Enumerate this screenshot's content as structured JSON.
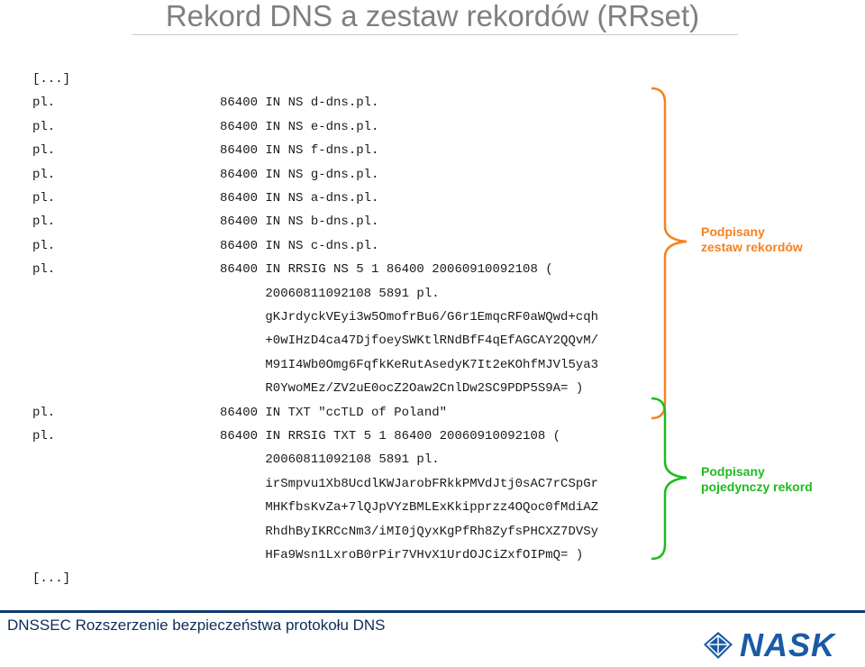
{
  "title": "Rekord DNS a zestaw rekordów (RRset)",
  "lines": [
    {
      "left": "[...]",
      "right": ""
    },
    {
      "left": "pl.",
      "right": "86400 IN NS d-dns.pl."
    },
    {
      "left": "pl.",
      "right": "86400 IN NS e-dns.pl."
    },
    {
      "left": "pl.",
      "right": "86400 IN NS f-dns.pl."
    },
    {
      "left": "pl.",
      "right": "86400 IN NS g-dns.pl."
    },
    {
      "left": "pl.",
      "right": "86400 IN NS a-dns.pl."
    },
    {
      "left": "pl.",
      "right": "86400 IN NS b-dns.pl."
    },
    {
      "left": "pl.",
      "right": "86400 IN NS c-dns.pl."
    },
    {
      "left": "pl.",
      "right": "86400 IN RRSIG NS 5 1 86400 20060910092108 ("
    },
    {
      "left": "",
      "right": "      20060811092108 5891 pl."
    },
    {
      "left": "",
      "right": "      gKJrdyckVEyi3w5OmofrBu6/G6r1EmqcRF0aWQwd+cqh"
    },
    {
      "left": "",
      "right": "      +0wIHzD4ca47DjfoeySWKtlRNdBfF4qEfAGCAY2QQvM/"
    },
    {
      "left": "",
      "right": "      M91I4Wb0Omg6FqfkKeRutAsedyK7It2eKOhfMJVl5ya3"
    },
    {
      "left": "",
      "right": "      R0YwoMEz/ZV2uE0ocZ2Oaw2CnlDw2SC9PDP5S9A= )"
    },
    {
      "left": "pl.",
      "right": "86400 IN TXT \"ccTLD of Poland\""
    },
    {
      "left": "pl.",
      "right": "86400 IN RRSIG TXT 5 1 86400 20060910092108 ("
    },
    {
      "left": "",
      "right": "      20060811092108 5891 pl."
    },
    {
      "left": "",
      "right": "      irSmpvu1Xb8UcdlKWJarobFRkkPMVdJtj0sAC7rCSpGr"
    },
    {
      "left": "",
      "right": "      MHKfbsKvZa+7lQJpVYzBMLExKkipprzz4OQoc0fMdiAZ"
    },
    {
      "left": "",
      "right": "      RhdhByIKRCcNm3/iMI0jQyxKgPfRh8ZyfsPHCXZ7DVSy"
    },
    {
      "left": "",
      "right": "      HFa9Wsn1LxroB0rPir7VHvX1UrdOJCiZxfOIPmQ= )"
    },
    {
      "left": "[...]",
      "right": ""
    }
  ],
  "labels": {
    "rrset_line1": "Podpisany",
    "rrset_line2": "zestaw rekordów",
    "record_line1": "Podpisany",
    "record_line2": "pojedynczy rekord"
  },
  "colors": {
    "rrset": "#f58220",
    "record": "#1fbb1f",
    "footer_bar": "#0b3a6e"
  },
  "footer": "DNSSEC Rozszerzenie bezpieczeństwa protokołu DNS",
  "logo": {
    "text": "NASK",
    "icon": "nask-logo-icon"
  }
}
